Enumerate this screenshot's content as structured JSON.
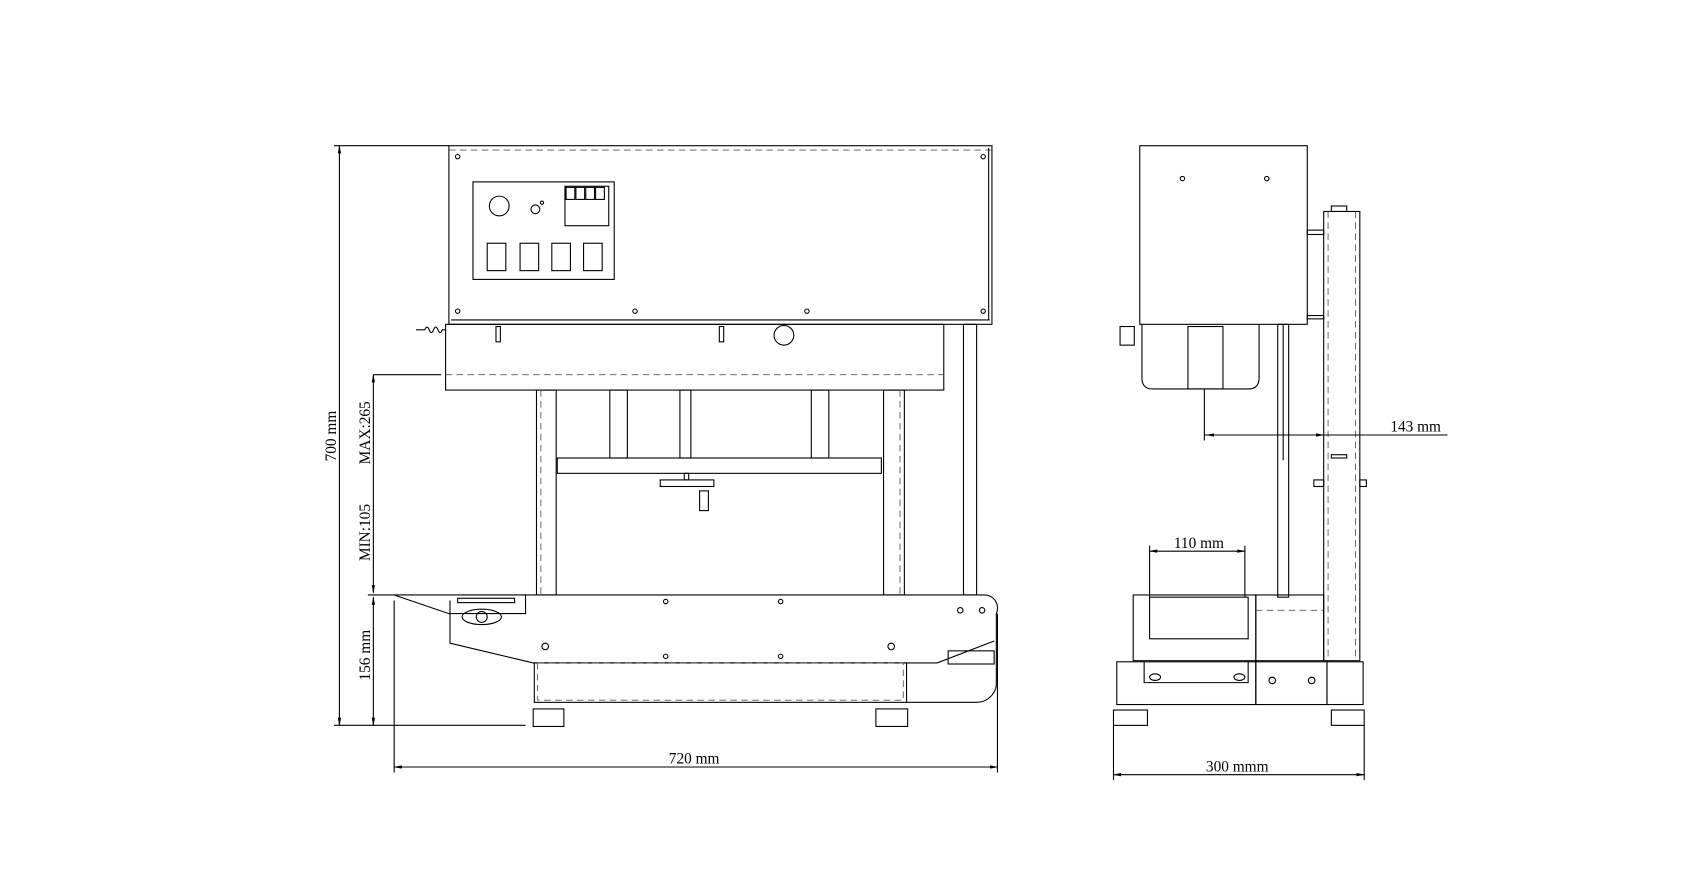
{
  "drawing": {
    "front_view": {
      "height_label": "700 mm",
      "max_label": "MAX:265",
      "min_label": "MIN:105",
      "conveyor_height_label": "156 mm",
      "width_label": "720 mm"
    },
    "side_view": {
      "offset_label": "143 mm",
      "roller_width_label": "110 mm",
      "depth_label": "300 mmm"
    },
    "line_color": "#000000",
    "background": "#ffffff"
  }
}
